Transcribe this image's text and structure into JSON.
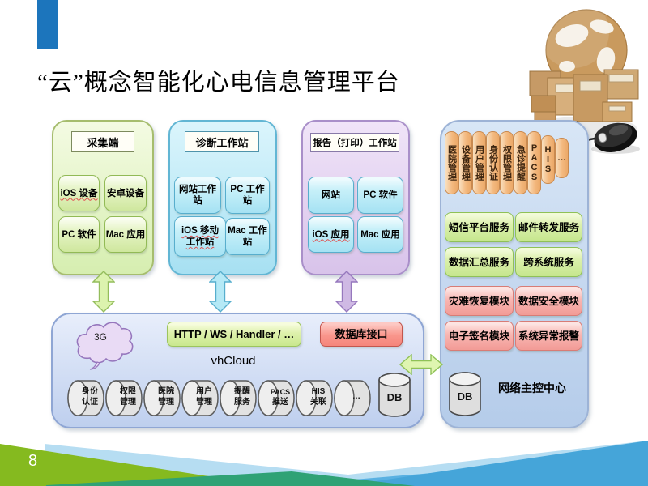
{
  "slide": {
    "title": "“云”概念智能化心电信息管理平台",
    "page_number": "8"
  },
  "collection": {
    "header": "采集端",
    "items": [
      "iOS 设备",
      "安卓设备",
      "PC 软件",
      "Mac 应用"
    ]
  },
  "diagnosis": {
    "header": "诊断工作站",
    "items": [
      "网站工作站",
      "PC 工作站",
      "iOS 移动工作站",
      "Mac 工作站"
    ]
  },
  "report": {
    "header": "报告（打印）工作站",
    "items": [
      "网站",
      "PC 软件",
      "iOS 应用",
      "Mac 应用"
    ]
  },
  "control_center": {
    "pills": [
      "医院管理",
      "设备管理",
      "用户管理",
      "身份认证",
      "权限管理",
      "急诊提醒",
      "PACS",
      "HIS",
      "…"
    ],
    "green_services": [
      "短信平台服务",
      "邮件转发服务",
      "数据汇总服务",
      "跨系统服务"
    ],
    "red_services": [
      "灾难恢复模块",
      "数据安全模块",
      "电子签名模块",
      "系统异常报警"
    ],
    "db_label": "DB",
    "label": "网络主控中心"
  },
  "cloud": {
    "network_label": "3G",
    "http_label": "HTTP / WS / Handler / …",
    "db_interface_label": "数据库接口",
    "name": "vhCloud",
    "modules": [
      {
        "line1": "身份",
        "line2": "认证"
      },
      {
        "line1": "权限",
        "line2": "管理"
      },
      {
        "line1": "医院",
        "line2": "管理"
      },
      {
        "line1": "用户",
        "line2": "管理"
      },
      {
        "line1": "提醒",
        "line2": "服务"
      },
      {
        "line1": "PACS",
        "line2": "推送"
      },
      {
        "line1": "HIS",
        "line2": "关联"
      },
      {
        "line1": "…",
        "line2": ""
      }
    ],
    "db_label": "DB"
  },
  "colors": {
    "accent_bar": "#1c75bc",
    "panel_green": "#d6eeb0",
    "panel_blue": "#a7e0f2",
    "panel_purple": "#d8c3ea",
    "panel_steel": "#b5ccea",
    "pill_orange": "#f3b87e",
    "service_green": "#c5e68d",
    "service_red": "#f29b96",
    "footer_lime": "#85ba1f",
    "footer_lightblue": "#b6ddf2",
    "footer_blue": "#45a5d9",
    "footer_teal": "#2fa275"
  }
}
